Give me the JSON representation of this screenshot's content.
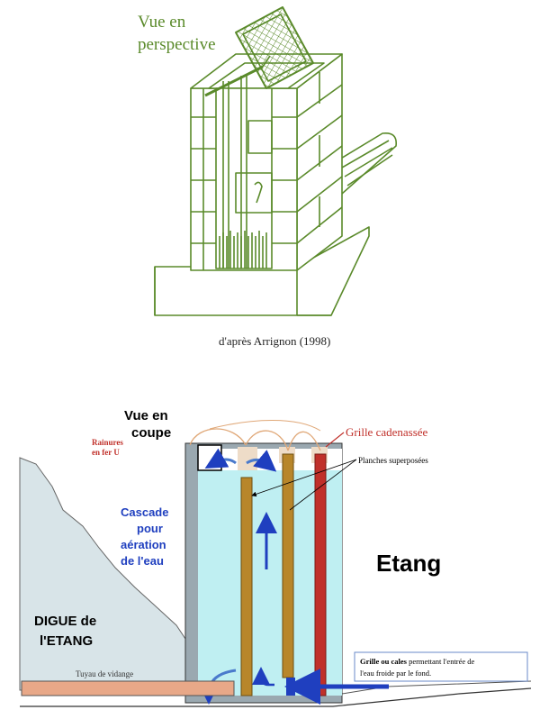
{
  "top_diagram": {
    "title_line1": "Vue en",
    "title_line2": "perspective",
    "credit": "d'après Arrignon (1998)",
    "line_color": "#5a8a2a"
  },
  "bottom_diagram": {
    "title_line1": "Vue en",
    "title_line2": "coupe",
    "label_rainures_1": "Rainures",
    "label_rainures_2": "en fer U",
    "label_grille_cadenassee": "Grille cadenassée",
    "label_planches": "Planches superposées",
    "label_cascade_1": "Cascade",
    "label_cascade_2": "pour",
    "label_cascade_3": "aération",
    "label_cascade_4": "de l'eau",
    "label_etang": "Etang",
    "label_digue_1": "DIGUE de",
    "label_digue_2": "l'ETANG",
    "label_tuyau": "Tuyau de vidange",
    "label_grille_info_bold": "Grille ou cales",
    "label_grille_info_rest": " permettant l'entrée de",
    "label_grille_info_line2": "l'eau froide par le fond.",
    "colors": {
      "water": "#bfeff2",
      "dam": "#d8e4e8",
      "wall": "#9aa8b0",
      "plank": "#b8862a",
      "grille": "#c0302a",
      "arrow_blue": "#1f3fbf",
      "cascade_text": "#1f3fbf",
      "red_text": "#c0302a",
      "pipe": "#e8a888",
      "cable": "#e0a878"
    }
  }
}
